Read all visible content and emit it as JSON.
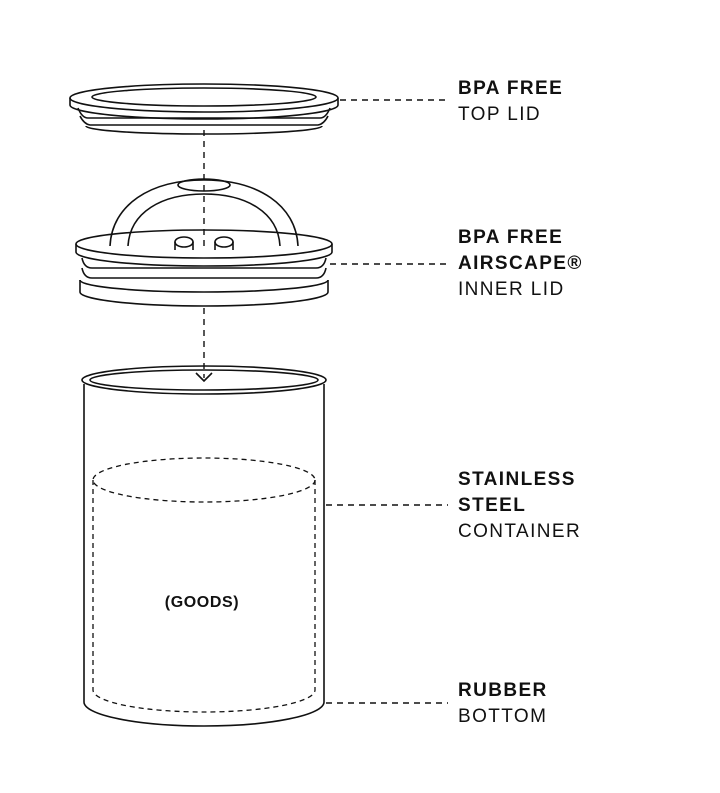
{
  "labels": {
    "top_lid": {
      "line1": "BPA FREE",
      "line2": "TOP LID"
    },
    "inner_lid": {
      "line1": "BPA FREE",
      "line2": "AIRSCAPE®",
      "line3": "INNER LID"
    },
    "container": {
      "line1": "STAINLESS",
      "line2": "STEEL",
      "line3": "CONTAINER"
    },
    "bottom": {
      "line1": "RUBBER",
      "line2": "BOTTOM"
    }
  },
  "goods_label": "(GOODS)",
  "colors": {
    "line": "#111111",
    "background": "#ffffff"
  }
}
